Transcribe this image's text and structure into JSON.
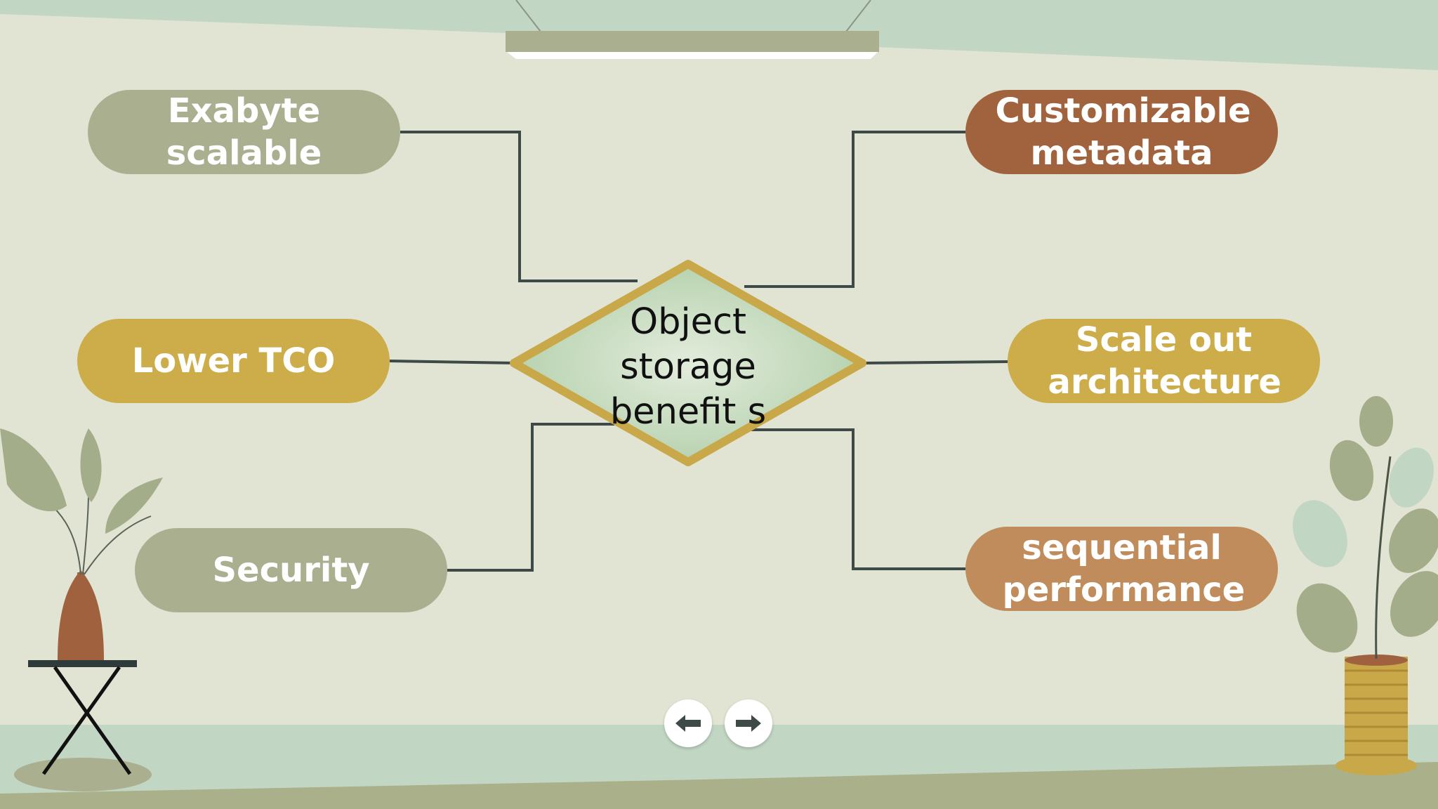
{
  "diagram": {
    "center": {
      "label": "Object storage benefit s",
      "fill": "#c9ddbf",
      "border": "#c9a84a"
    },
    "nodes": [
      {
        "id": "exabyte",
        "label": "Exabyte scalable",
        "color": "#aab08f"
      },
      {
        "id": "lower-tco",
        "label": "Lower TCO",
        "color": "#cdad4a"
      },
      {
        "id": "security",
        "label": "Security",
        "color": "#aab08f"
      },
      {
        "id": "metadata",
        "label": "Customizable metadata",
        "color": "#a0633e"
      },
      {
        "id": "scale-out",
        "label": "Scale out architecture",
        "color": "#cdad4a"
      },
      {
        "id": "sequential",
        "label": "sequential performance",
        "color": "#c08c5c"
      }
    ],
    "connector_color": "#3e4a47"
  },
  "navigation": {
    "prev_icon": "arrow-left-icon",
    "next_icon": "arrow-right-icon"
  },
  "decor": {
    "background": "#e1e4d2",
    "wall_band": "#c2d6c4",
    "floor": "#a9b08a",
    "plant_green": "#a3ad8a",
    "vase": "#a0623e",
    "pot": "#c9a84a"
  }
}
